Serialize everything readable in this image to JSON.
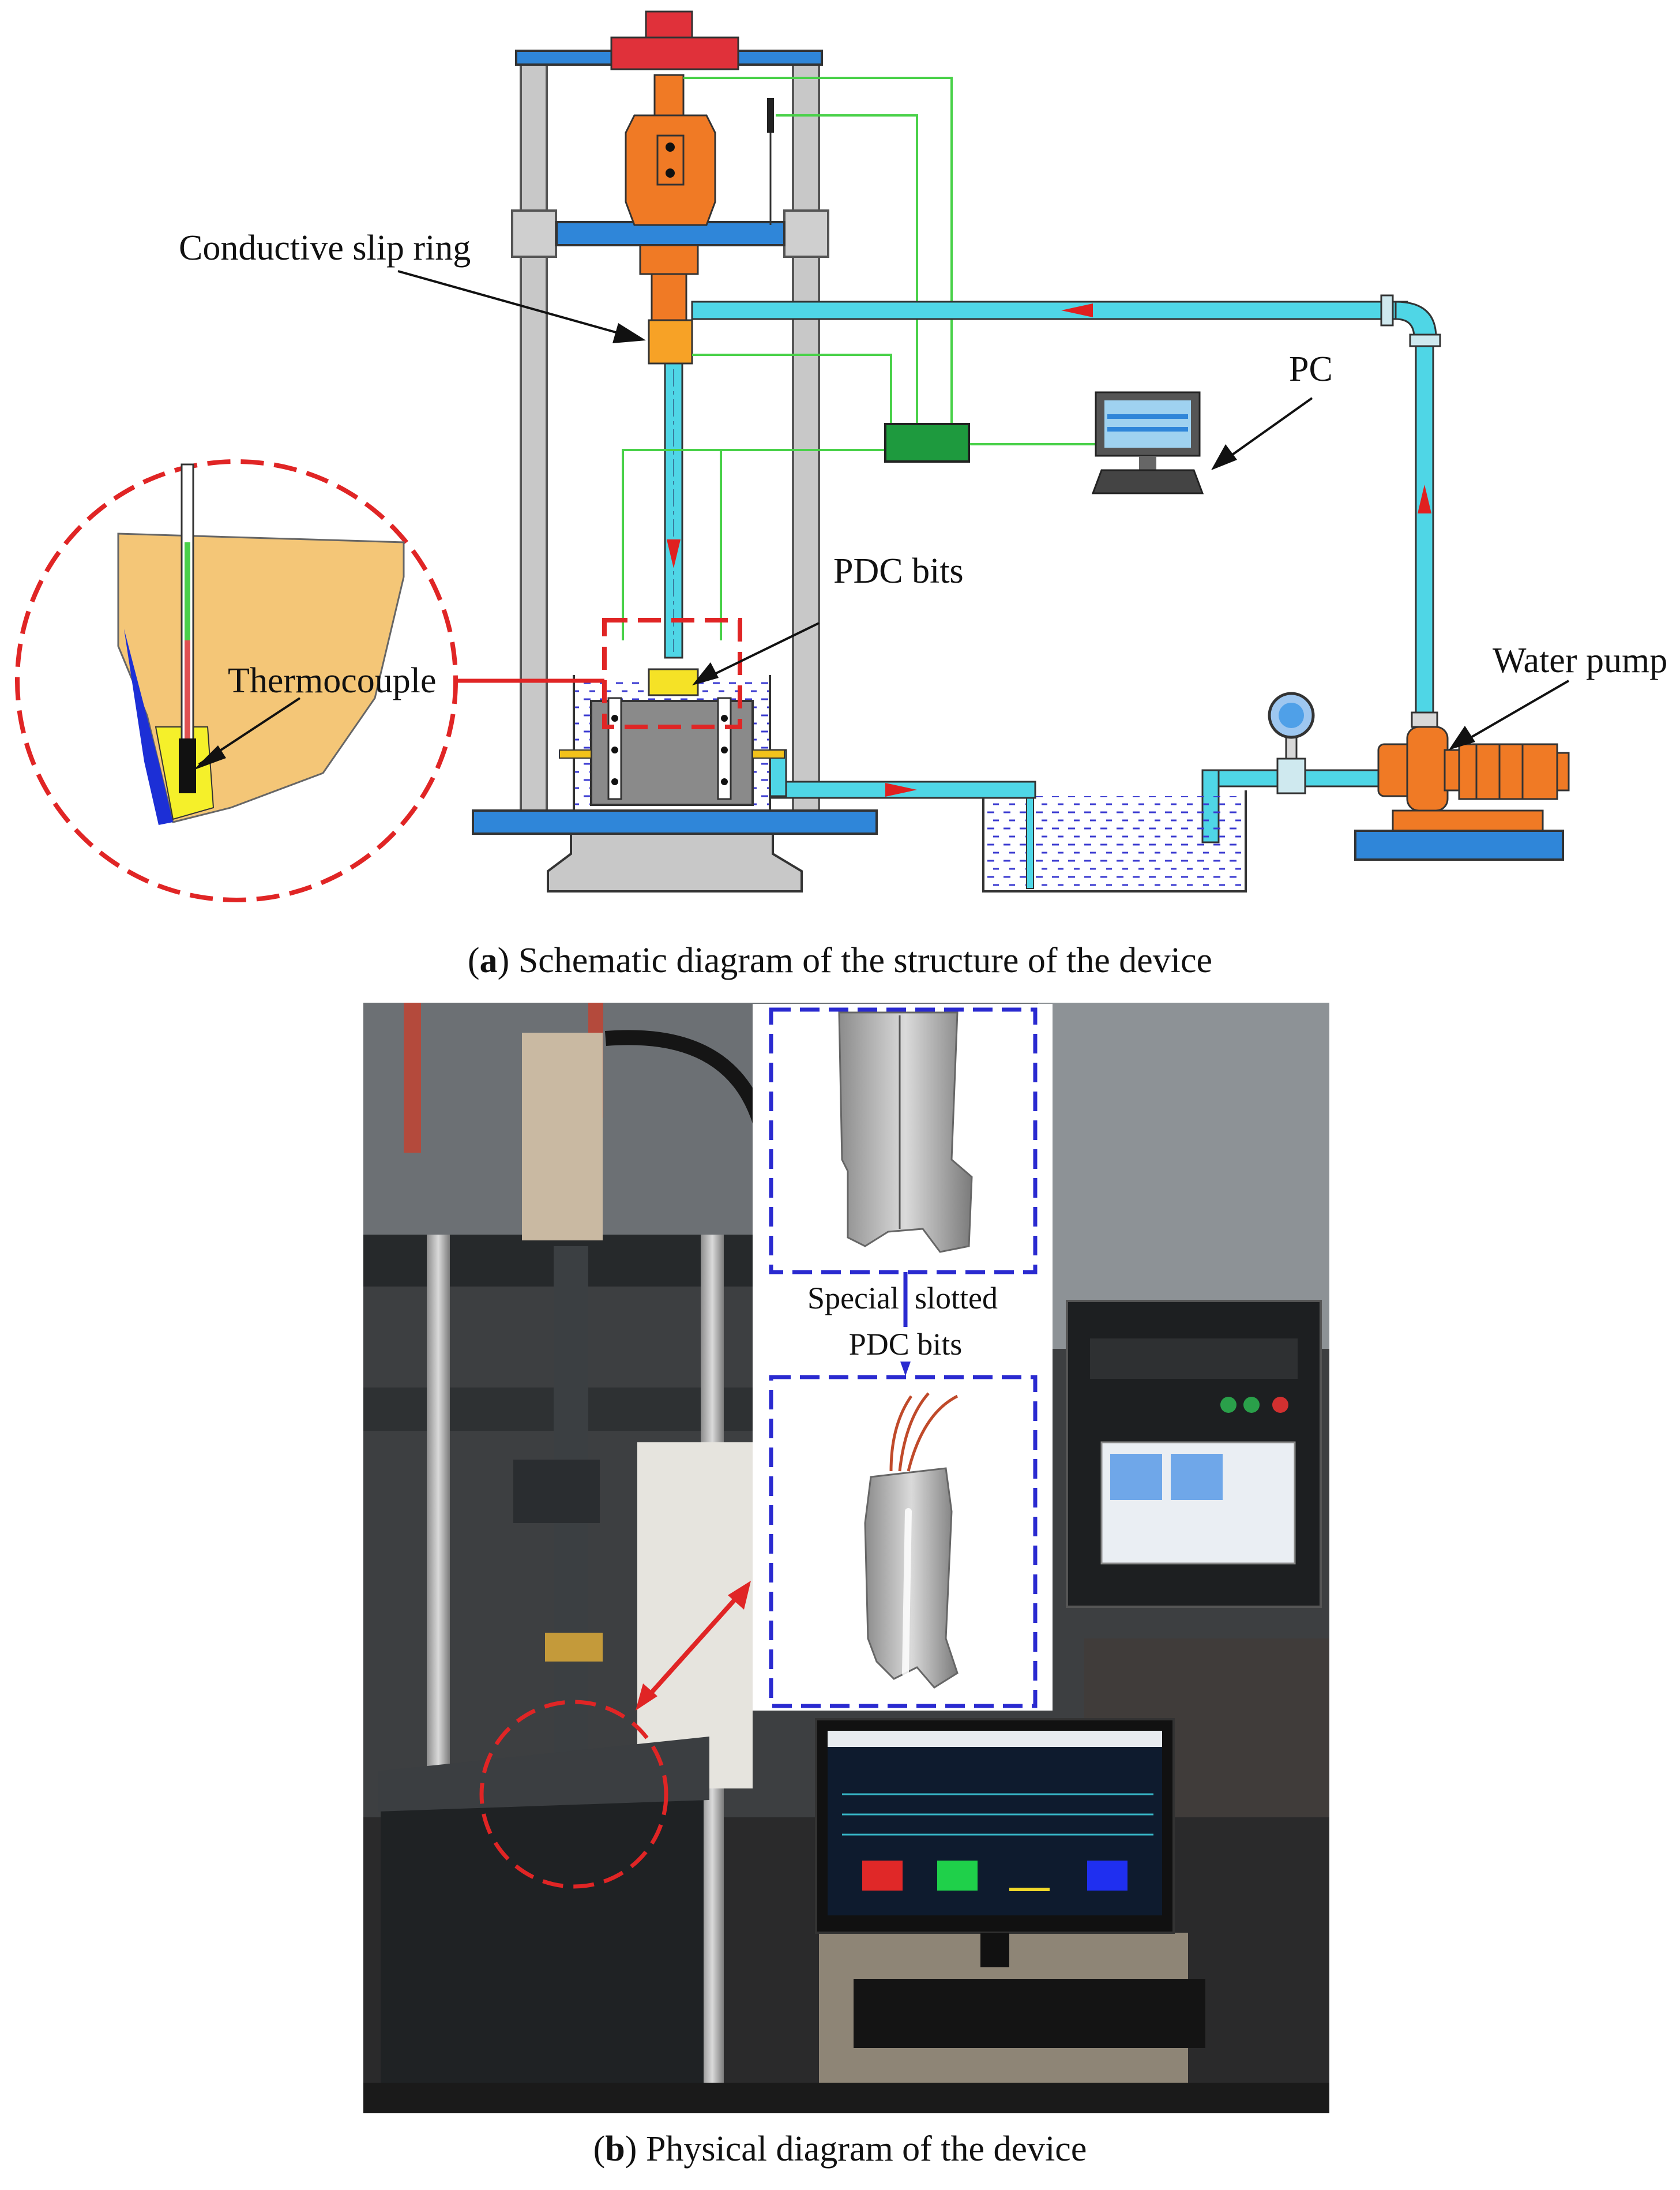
{
  "diagram_a": {
    "labels": {
      "slip_ring": "Conductive slip ring",
      "pc": "PC",
      "pdc_bits": "PDC bits",
      "water_pump": "Water pump",
      "thermocouple": "Thermocouple"
    },
    "caption_letter": "a",
    "caption_text": "Schematic diagram of the structure of the device"
  },
  "photo_b": {
    "labels": {
      "special_line1": "Special  slotted",
      "special_line2": "PDC bits"
    },
    "caption_letter": "b",
    "caption_text": "Physical diagram of the device"
  },
  "colors": {
    "pipe": "#4fd6e6",
    "frame_blue": "#2f86d9",
    "motor_orange": "#f07a25",
    "red_cap": "#e0313a",
    "green_box": "#1e9a3e",
    "flow_arrow": "#e02020",
    "dash_red": "#e02525",
    "dash_blue": "#2a2ad0"
  }
}
